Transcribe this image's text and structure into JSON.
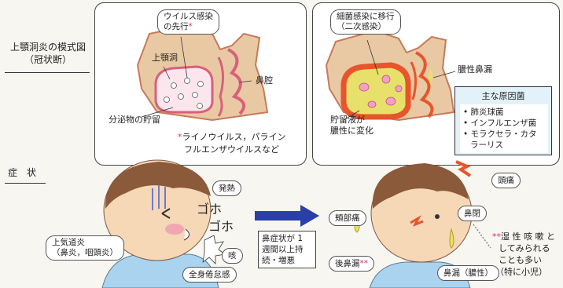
{
  "side": {
    "title_line1": "上顎洞炎の模式図",
    "title_line2": "（冠状断）",
    "symptoms_label": "症　状"
  },
  "left_panel": {
    "virus_line1": "ウイルス感染",
    "virus_line2": "の先行",
    "virus_mark": "*",
    "maxillary_sinus": "上顎洞",
    "nasal_cavity": "鼻腔",
    "secretion": "分泌物の貯留",
    "footnote_mark": "*",
    "footnote_line1": "ライノウイルス，パライン",
    "footnote_line2": "フルエンザウイルスなど"
  },
  "right_panel": {
    "bacteria_line1": "細菌感染に移行",
    "bacteria_line2": "（二次感染）",
    "purulent": "膿性鼻漏",
    "pool_line1": "貯留液が",
    "pool_line2": "膿性に変化",
    "cause_title": "主な原因菌",
    "causes": [
      "肺炎球菌",
      "インフルエンザ菌",
      "モラクセラ・カタ",
      "ラーリス"
    ]
  },
  "left_figure": {
    "fever": "発熱",
    "goho1": "ゴホ",
    "goho2": "ゴホ",
    "uri_line1": "上気道炎",
    "uri_line2": "（鼻炎，咽頭炎）",
    "cough": "咳",
    "fatigue": "全身倦怠感"
  },
  "arrow_note": {
    "line1": "鼻症状が 1",
    "line2": "週間以上持",
    "line3": "続・増悪"
  },
  "right_figure": {
    "headache": "頭痛",
    "cheek": "頬部痛",
    "nasal_block": "鼻閉",
    "postnasal": "後鼻漏",
    "postnasal_mark": "**",
    "rhinorrhea": "鼻漏（膿性）",
    "note_mark": "**",
    "note_line1": "湿 性 咳 嗽 と",
    "note_line2": "してみられる",
    "note_line3": "ことも多い",
    "note_line4": "（特に小児）"
  },
  "colors": {
    "skin": "#f6d7b6",
    "hair": "#8a5a3b",
    "shirt": "#a9d3ee",
    "arrow": "#2a3fa8",
    "pus": "#e7e06a",
    "inflamed": "#e8542c",
    "accent_pink": "#d9307b"
  }
}
